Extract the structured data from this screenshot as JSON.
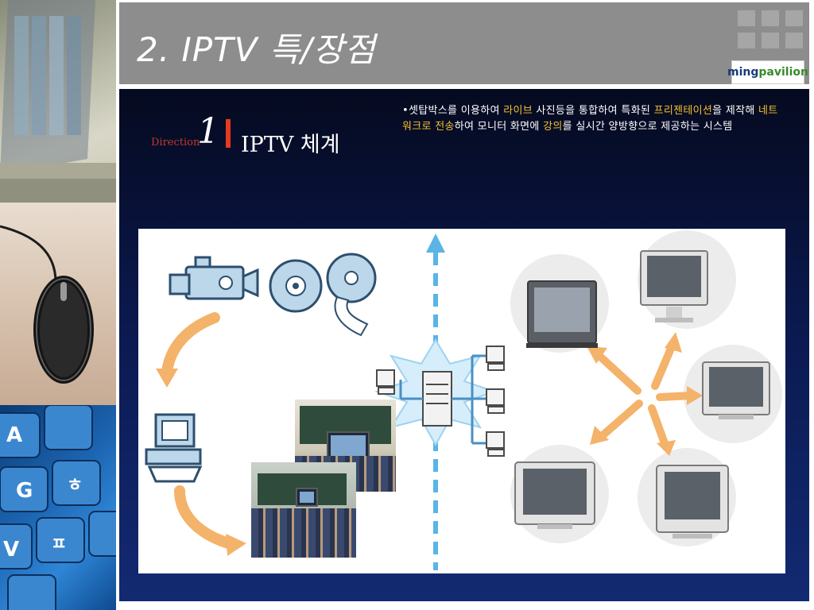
{
  "header": {
    "title": "2. IPTV 특/장점",
    "logo_part1": "ming",
    "logo_part2": "pavilion"
  },
  "section": {
    "direction_label": "Direction",
    "number": "1",
    "title": "IPTV 체계"
  },
  "description": {
    "bullet": "•",
    "segments": [
      {
        "text": "셋탑박스를 이용하여 ",
        "highlight": false
      },
      {
        "text": "라이브",
        "highlight": true
      },
      {
        "text": " 사진등을 통합하여 특화된 ",
        "highlight": false
      },
      {
        "text": "프리젠테이션",
        "highlight": true
      },
      {
        "text": "을 제작해 ",
        "highlight": false
      },
      {
        "text": "네트워크로 전송",
        "highlight": true
      },
      {
        "text": "하여 모니터 화면에 ",
        "highlight": false
      },
      {
        "text": "강의",
        "highlight": true
      },
      {
        "text": "를 실시간 양방향으로 제공하는 시스템",
        "highlight": false
      }
    ],
    "highlight_color": "#f2c12e"
  },
  "colors": {
    "header_bg": "#8d8d8d",
    "panel_bg": "#0b1a52",
    "accent_red": "#e53a1e",
    "arrow_orange": "#f4b36a",
    "arrow_blue": "#5ab4e6"
  }
}
